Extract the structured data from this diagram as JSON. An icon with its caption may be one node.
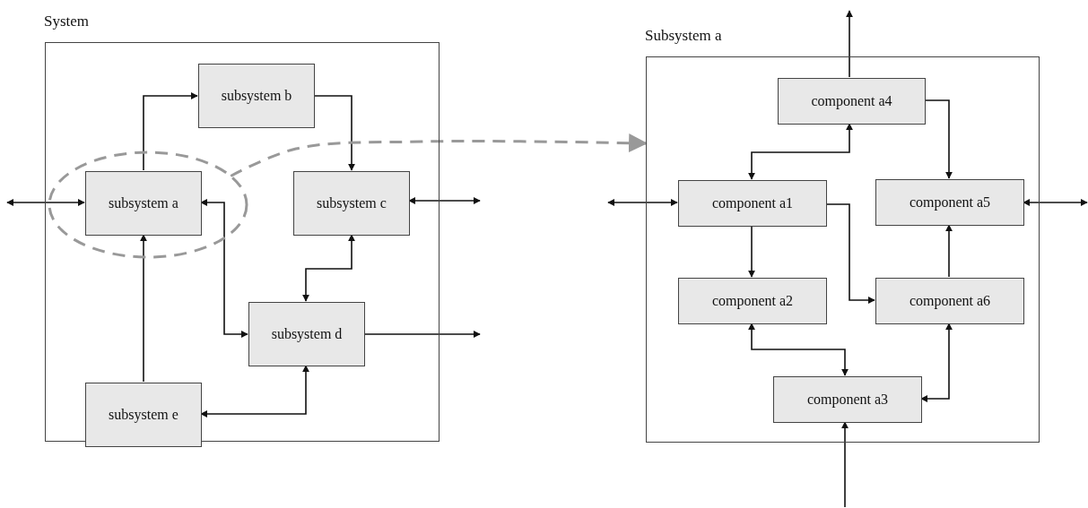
{
  "diagram": {
    "nodes": [
      {
        "text": [
          "System"
        ]
      },
      {
        "text": [],
        "shape": "ellipse",
        "in": 0
      },
      {
        "text": [
          "subsystem a"
        ],
        "in": 1
      },
      {
        "text": [
          "subsystem b"
        ],
        "in": 0
      },
      {
        "text": [
          "subsystem c"
        ],
        "in": 0
      },
      {
        "text": [
          "subsystem d"
        ],
        "in": 0
      },
      {
        "text": [
          "subsystem e"
        ],
        "in": 0
      },
      {
        "text": [
          "Subsystem a"
        ]
      },
      {
        "text": [
          "component a4"
        ],
        "in": 7
      },
      {
        "text": [
          "component a1"
        ],
        "in": 7
      },
      {
        "text": [
          "component a5"
        ],
        "in": 7
      },
      {
        "text": [
          "component a2"
        ],
        "in": 7
      },
      {
        "text": [
          "component a6"
        ],
        "in": 7
      },
      {
        "text": [
          "component a3"
        ],
        "in": 7
      }
    ],
    "edges": [
      {
        "from": null,
        "to": 2,
        "arrow": "both"
      },
      {
        "from": 2,
        "to": 3,
        "arrow": "to"
      },
      {
        "from": 3,
        "to": 4,
        "arrow": "to"
      },
      {
        "from": 2,
        "to": 5,
        "arrow": "both"
      },
      {
        "from": 4,
        "to": 5,
        "arrow": "both"
      },
      {
        "from": 4,
        "to": null,
        "arrow": "both"
      },
      {
        "from": 6,
        "to": 2,
        "arrow": "to"
      },
      {
        "from": 5,
        "to": 6,
        "arrow": "both"
      },
      {
        "from": 5,
        "to": null,
        "arrow": "to"
      },
      {
        "from": 1,
        "to": 7,
        "arrow": "to",
        "style": "dashed",
        "color": "#999999"
      },
      {
        "from": 8,
        "to": null,
        "arrow": "to"
      },
      {
        "from": 9,
        "to": 8,
        "arrow": "both"
      },
      {
        "from": 8,
        "to": 10,
        "arrow": "to"
      },
      {
        "from": null,
        "to": 9,
        "arrow": "both"
      },
      {
        "from": 10,
        "to": null,
        "arrow": "both"
      },
      {
        "from": 9,
        "to": 11,
        "arrow": "to"
      },
      {
        "from": 9,
        "to": 12,
        "arrow": "to"
      },
      {
        "from": 12,
        "to": 10,
        "arrow": "to"
      },
      {
        "from": 11,
        "to": 13,
        "arrow": "both"
      },
      {
        "from": 13,
        "to": 12,
        "arrow": "both"
      },
      {
        "from": null,
        "to": 13,
        "arrow": "to"
      }
    ]
  }
}
